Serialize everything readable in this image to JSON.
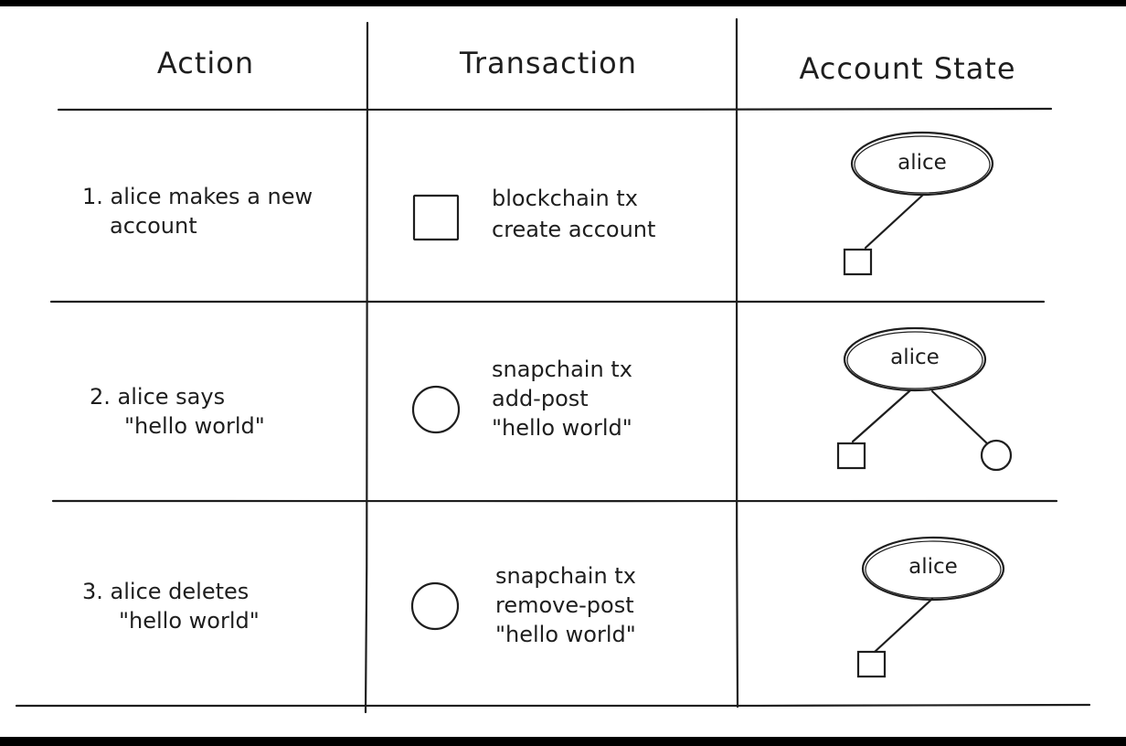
{
  "headers": {
    "action": "Action",
    "transaction": "Transaction",
    "account_state": "Account State"
  },
  "rows": [
    {
      "action_line1": "1. alice makes a new",
      "action_line2": "account",
      "tx_line1": "blockchain tx",
      "tx_line2": "create account",
      "tx_line3": "",
      "tx_shape": "square",
      "state_label": "alice",
      "state_children": [
        "square"
      ]
    },
    {
      "action_line1": "2. alice says",
      "action_line2": "\"hello world\"",
      "tx_line1": "snapchain tx",
      "tx_line2": "add-post",
      "tx_line3": "\"hello world\"",
      "tx_shape": "circle",
      "state_label": "alice",
      "state_children": [
        "square",
        "circle"
      ]
    },
    {
      "action_line1": "3. alice deletes",
      "action_line2": "\"hello world\"",
      "tx_line1": "snapchain tx",
      "tx_line2": "remove-post",
      "tx_line3": "\"hello world\"",
      "tx_shape": "circle",
      "state_label": "alice",
      "state_children": [
        "square"
      ]
    }
  ]
}
